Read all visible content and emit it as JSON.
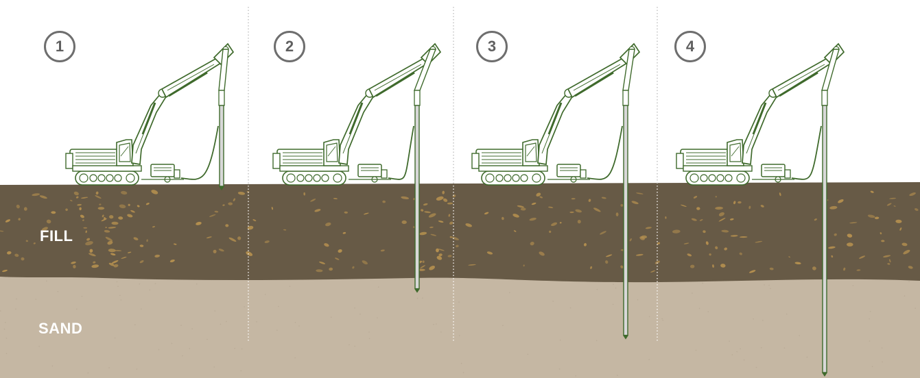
{
  "steps": [
    {
      "number": "1",
      "pile_depth": 0.0
    },
    {
      "number": "2",
      "pile_depth": 0.55
    },
    {
      "number": "3",
      "pile_depth": 0.8
    },
    {
      "number": "4",
      "pile_depth": 1.0
    }
  ],
  "layers": {
    "fill": {
      "label": "FILL",
      "color": "#675a46"
    },
    "sand": {
      "label": "SAND",
      "color": "#c5b7a3"
    }
  },
  "colors": {
    "machine_stroke": "#3f6a2c",
    "machine_fill": "#ffffff",
    "pile_fill": "#d8d8d8",
    "divider": "#b5b5b5",
    "speckle": "#b48f4f"
  },
  "icons": [
    "excavator-rig-icon",
    "grout-pump-icon",
    "hose-icon",
    "pile-icon"
  ]
}
